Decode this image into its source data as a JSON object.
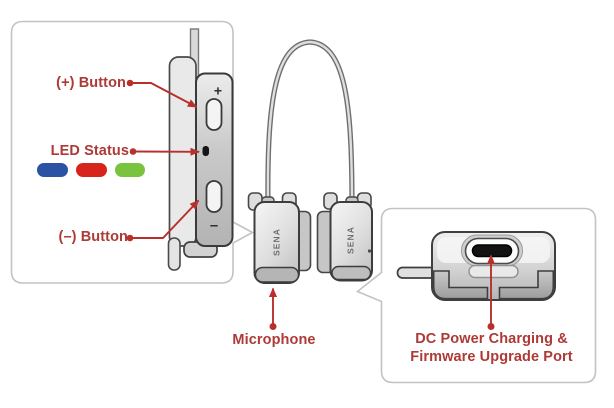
{
  "figure": {
    "type": "product-parts-diagram",
    "brand_logo": "SENA",
    "left_callout": {
      "plus_button_label": "(+) Button",
      "led_status_label": "LED Status",
      "minus_button_label": "(–) Button",
      "plus_symbol": "+",
      "minus_symbol": "–",
      "led_colors": {
        "blue": "#2b52a3",
        "red": "#d8231c",
        "green": "#79c33e"
      }
    },
    "microphone_label": "Microphone",
    "right_callout": {
      "port_label_line1": "DC Power Charging &",
      "port_label_line2": "Firmware Upgrade Port"
    },
    "colors": {
      "label_red": "#ad3a36",
      "arrow_red": "#b8302c",
      "box_border": "#c3c3c3"
    }
  }
}
